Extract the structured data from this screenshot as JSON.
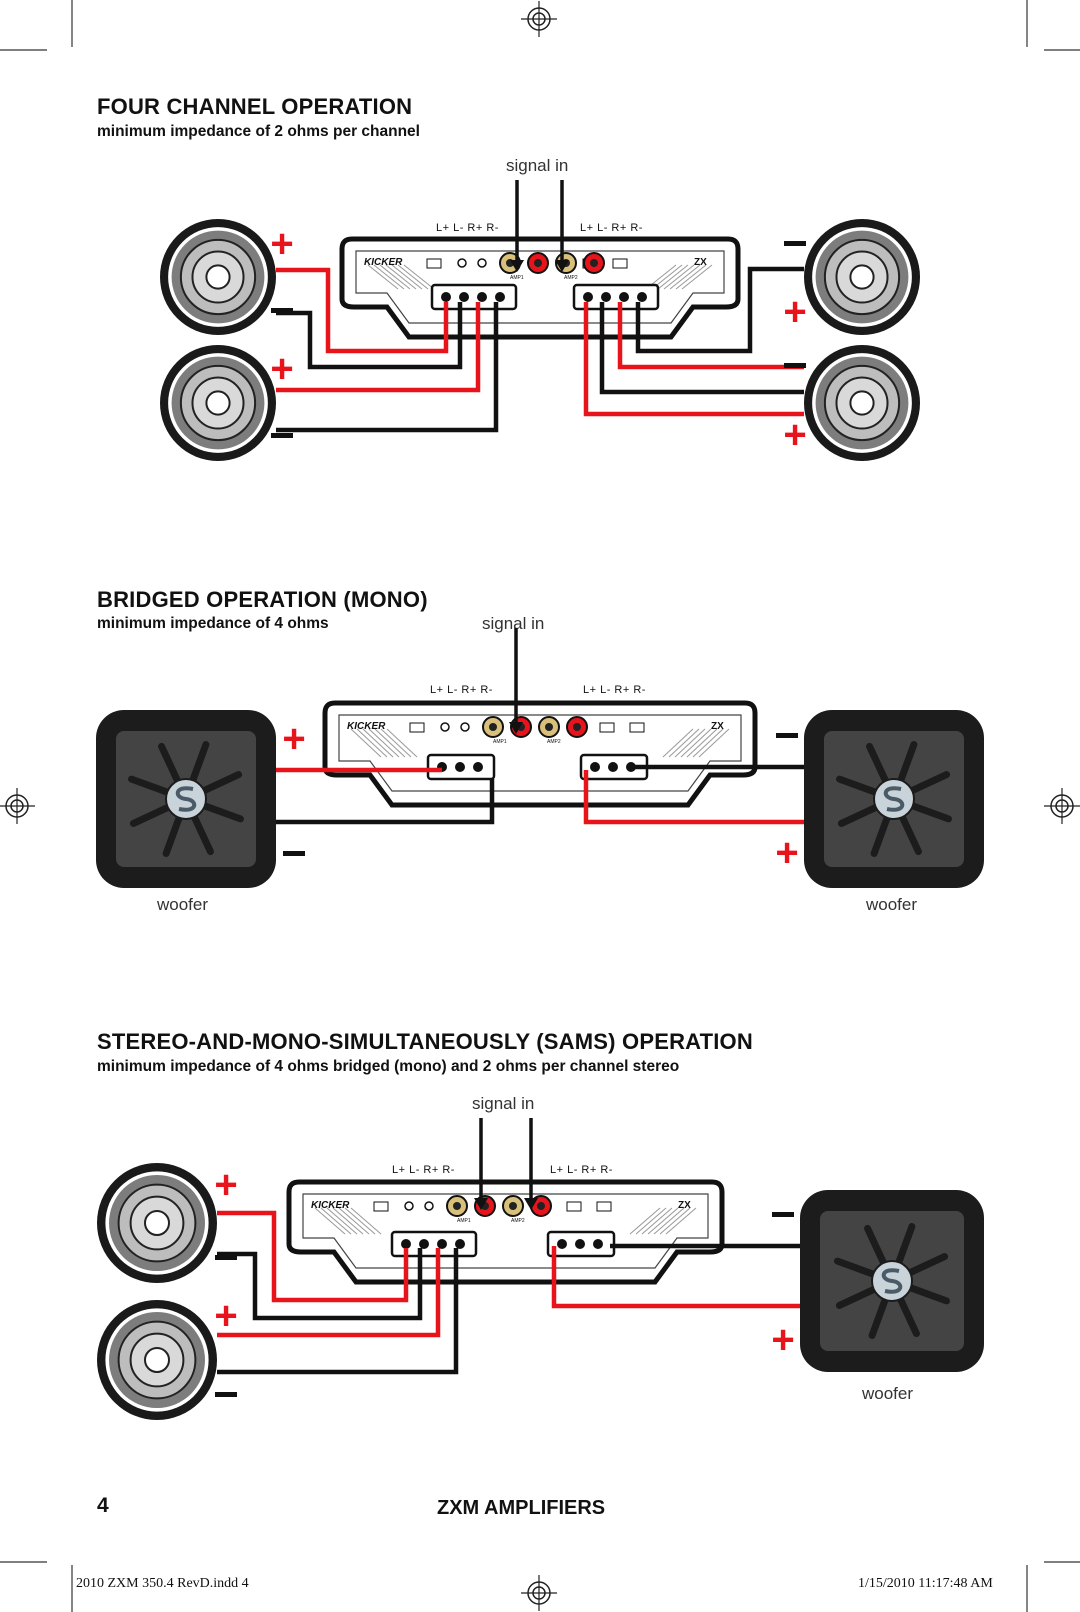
{
  "sections": [
    {
      "title": "FOUR CHANNEL OPERATION",
      "subtitle": "minimum impedance of 2 ohms per channel",
      "signal_label": "signal in",
      "terminal_labels": [
        "L+ L- R+ R-",
        "L+ L- R+ R-"
      ]
    },
    {
      "title": "BRIDGED OPERATION (MONO)",
      "subtitle": "minimum impedance of 4 ohms",
      "signal_label": "signal in",
      "terminal_labels": [
        "L+ L- R+ R-",
        "L+ L- R+ R-"
      ],
      "woofer_labels": [
        "woofer",
        "woofer"
      ]
    },
    {
      "title": "STEREO-AND-MONO-SIMULTANEOUSLY (SAMS) OPERATION",
      "subtitle": "minimum impedance of 4 ohms bridged (mono) and 2 ohms per channel stereo",
      "signal_label": "signal in",
      "terminal_labels": [
        "L+ L- R+ R-",
        "L+ L- R+ R-"
      ],
      "woofer_labels": [
        "woofer"
      ]
    }
  ],
  "amp": {
    "brand": "KICKER",
    "model": "ZX",
    "amp1_label": "AMP1",
    "amp2_label": "AMP2"
  },
  "polarity": {
    "plus": "+",
    "minus": "−"
  },
  "footer": {
    "page_number": "4",
    "product": "ZXM AMPLIFIERS",
    "file": "2010 ZXM 350.4 RevD.indd   4",
    "timestamp": "1/15/2010   11:17:48 AM"
  },
  "colors": {
    "wire_positive": "#e8141b",
    "wire_negative": "#111111",
    "rca_gold": "#d8c07a",
    "rca_red": "#e8141b"
  }
}
